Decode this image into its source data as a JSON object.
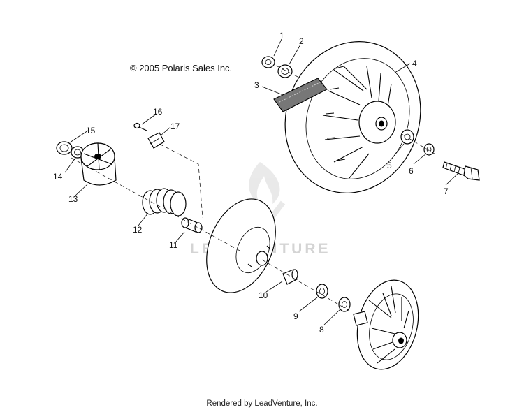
{
  "copyright": "© 2005 Polaris Sales Inc.",
  "footer": "Rendered by LeadVenture, Inc.",
  "watermark": "LEADVENTURE",
  "callouts": [
    "1",
    "2",
    "3",
    "4",
    "5",
    "6",
    "7",
    "8",
    "9",
    "10",
    "11",
    "12",
    "13",
    "14",
    "15",
    "16",
    "17"
  ]
}
